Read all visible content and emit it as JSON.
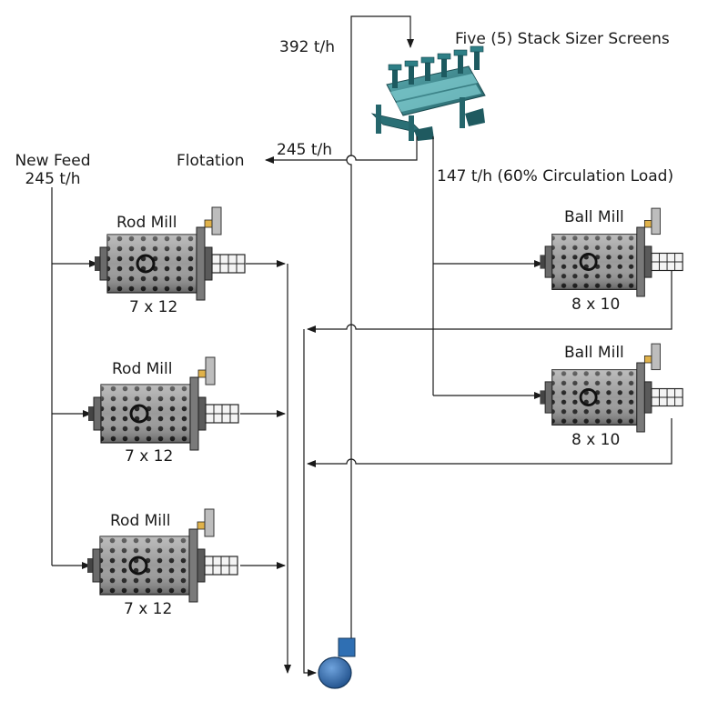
{
  "screens": {
    "label": "Five (5) Stack Sizer Screens",
    "feed_rate": "392 t/h",
    "undersize_rate": "245 t/h",
    "undersize_destination": "Flotation",
    "oversize_rate": "147 t/h (60% Circulation Load)"
  },
  "new_feed": {
    "label": "New Feed",
    "rate": "245 t/h"
  },
  "rod_mills": [
    {
      "name": "Rod Mill",
      "size": "7 x 12"
    },
    {
      "name": "Rod Mill",
      "size": "7 x 12"
    },
    {
      "name": "Rod Mill",
      "size": "7 x 12"
    }
  ],
  "ball_mills": [
    {
      "name": "Ball Mill",
      "size": "8 x 10"
    },
    {
      "name": "Ball Mill",
      "size": "8 x 10"
    }
  ],
  "colors": {
    "line": "#1a1a1a",
    "mill_body": "#8e8e8e",
    "screen": "#2e7f86",
    "pump": "#2f6fb3",
    "motor_pad": "#e0b24a"
  }
}
